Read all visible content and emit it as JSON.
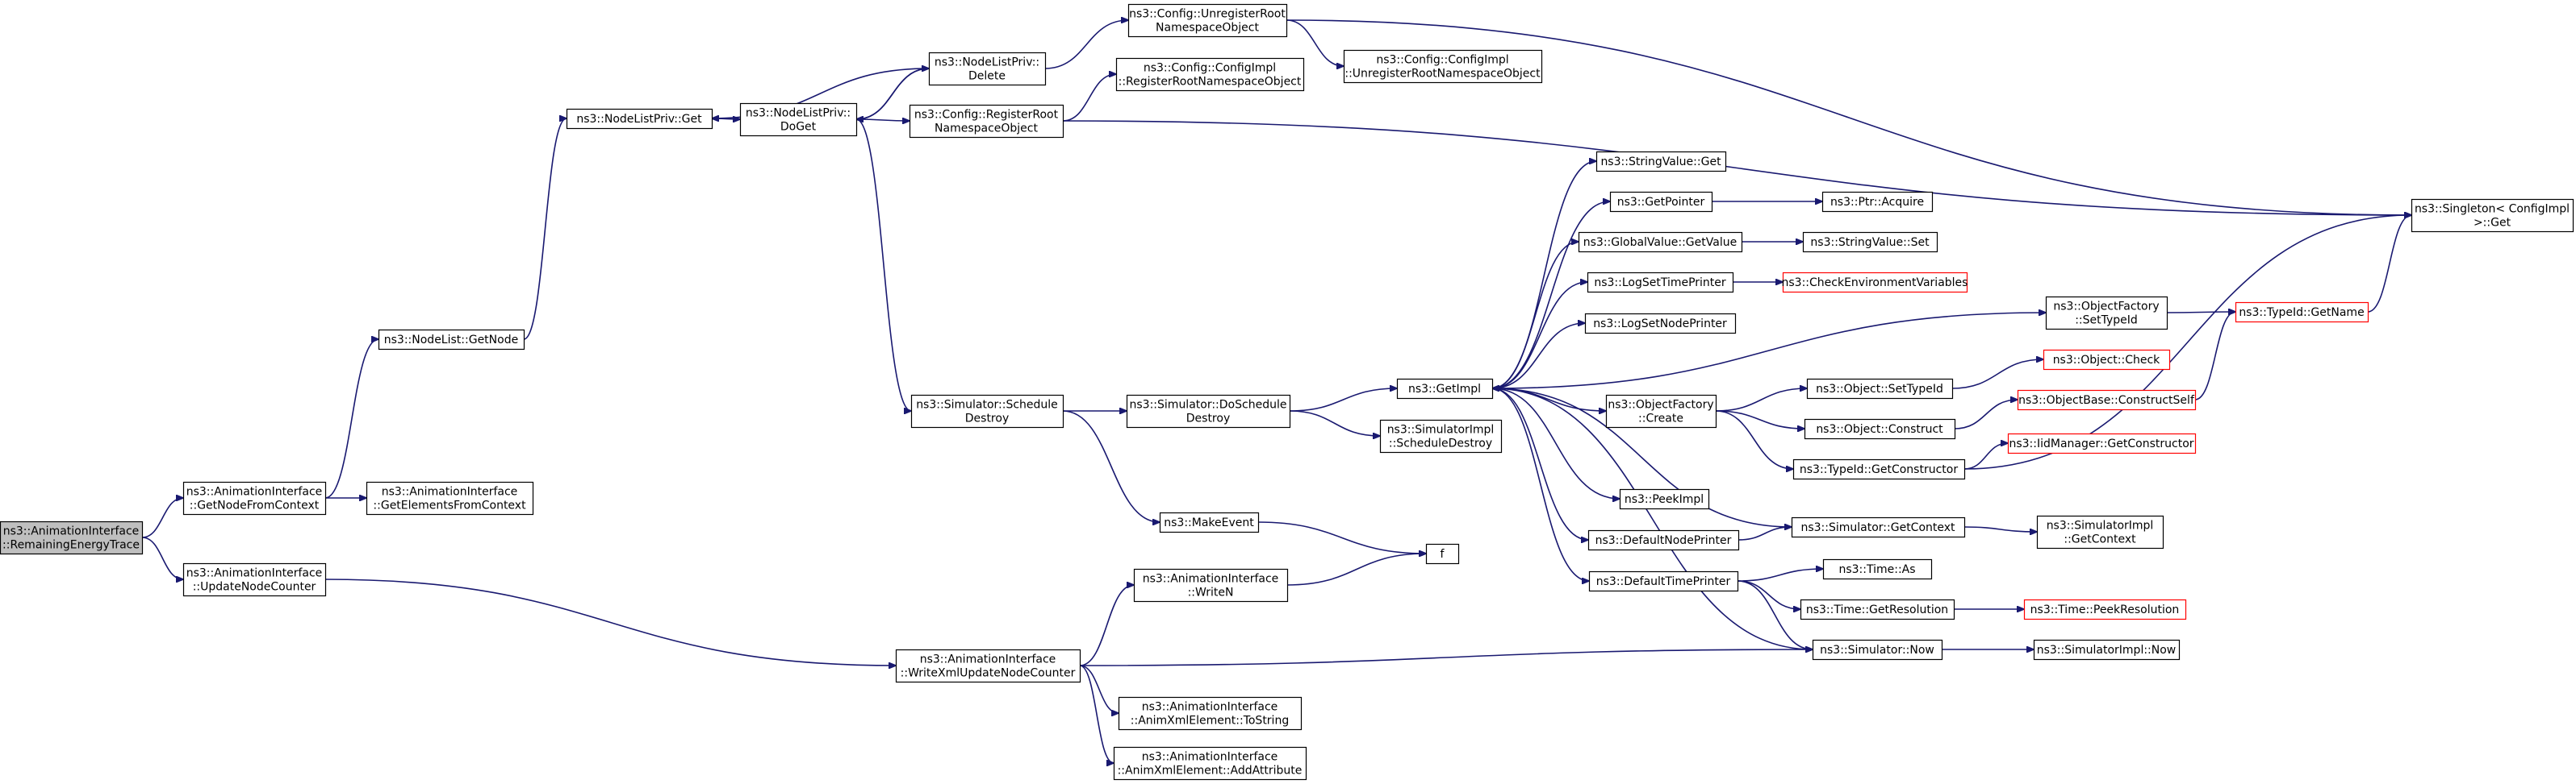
{
  "colors": {
    "edge": "#191970",
    "node_border": "#000000",
    "truncated_border": "#ff0000",
    "root_fill": "#bfbfbf",
    "node_fill": "#ffffff"
  },
  "nodes": [
    {
      "id": "root",
      "lines": [
        "ns3::AnimationInterface",
        "::RemainingEnergyTrace"
      ],
      "root": true
    },
    {
      "id": "getNodeFromContext",
      "lines": [
        "ns3::AnimationInterface",
        "::GetNodeFromContext"
      ]
    },
    {
      "id": "updateNodeCounter",
      "lines": [
        "ns3::AnimationInterface",
        "::UpdateNodeCounter"
      ]
    },
    {
      "id": "getElementsFromContext",
      "lines": [
        "ns3::AnimationInterface",
        "::GetElementsFromContext"
      ]
    },
    {
      "id": "nodeListGetNode",
      "lines": [
        "ns3::NodeList::GetNode"
      ]
    },
    {
      "id": "nodeListPrivGet",
      "lines": [
        "ns3::NodeListPriv::Get"
      ]
    },
    {
      "id": "nodeListPrivDoGet",
      "lines": [
        "ns3::NodeListPriv::",
        "DoGet"
      ]
    },
    {
      "id": "nodeListPrivDelete",
      "lines": [
        "ns3::NodeListPriv::",
        "Delete"
      ]
    },
    {
      "id": "configUnregister",
      "lines": [
        "ns3::Config::UnregisterRoot",
        "NamespaceObject"
      ]
    },
    {
      "id": "configImplRegister",
      "lines": [
        "ns3::Config::ConfigImpl",
        "::RegisterRootNamespaceObject"
      ]
    },
    {
      "id": "configRegister",
      "lines": [
        "ns3::Config::RegisterRoot",
        "NamespaceObject"
      ]
    },
    {
      "id": "configImplUnregister",
      "lines": [
        "ns3::Config::ConfigImpl",
        "::UnregisterRootNamespaceObject"
      ]
    },
    {
      "id": "singleton",
      "lines": [
        "ns3::Singleton< ConfigImpl",
        " >::Get"
      ]
    },
    {
      "id": "simSchedule",
      "lines": [
        "ns3::Simulator::Schedule",
        "Destroy"
      ]
    },
    {
      "id": "simDoSchedule",
      "lines": [
        "ns3::Simulator::DoSchedule",
        "Destroy"
      ]
    },
    {
      "id": "makeEvent",
      "lines": [
        "ns3::MakeEvent"
      ]
    },
    {
      "id": "writeN",
      "lines": [
        "ns3::AnimationInterface",
        "::WriteN"
      ]
    },
    {
      "id": "f",
      "lines": [
        "f"
      ]
    },
    {
      "id": "writeXml",
      "lines": [
        "ns3::AnimationInterface",
        "::WriteXmlUpdateNodeCounter"
      ]
    },
    {
      "id": "toString",
      "lines": [
        "ns3::AnimationInterface",
        "::AnimXmlElement::ToString"
      ]
    },
    {
      "id": "addAttribute",
      "lines": [
        "ns3::AnimationInterface",
        "::AnimXmlElement::AddAttribute"
      ]
    },
    {
      "id": "getImpl",
      "lines": [
        "ns3::GetImpl"
      ]
    },
    {
      "id": "simImplScheduleDestroy",
      "lines": [
        "ns3::SimulatorImpl",
        "::ScheduleDestroy"
      ]
    },
    {
      "id": "stringValueGet",
      "lines": [
        "ns3::StringValue::Get"
      ]
    },
    {
      "id": "getPointer",
      "lines": [
        "ns3::GetPointer"
      ]
    },
    {
      "id": "ptrAcquire",
      "lines": [
        "ns3::Ptr::Acquire"
      ]
    },
    {
      "id": "globalValueGetValue",
      "lines": [
        "ns3::GlobalValue::GetValue"
      ]
    },
    {
      "id": "stringValueSet",
      "lines": [
        "ns3::StringValue::Set"
      ]
    },
    {
      "id": "logSetTimePrinter",
      "lines": [
        "ns3::LogSetTimePrinter"
      ]
    },
    {
      "id": "checkEnv",
      "lines": [
        "ns3::CheckEnvironmentVariables"
      ],
      "truncated": true
    },
    {
      "id": "logSetNodePrinter",
      "lines": [
        "ns3::LogSetNodePrinter"
      ]
    },
    {
      "id": "objectFactorySetTypeId",
      "lines": [
        "ns3::ObjectFactory",
        "::SetTypeId"
      ]
    },
    {
      "id": "typeIdGetName",
      "lines": [
        "ns3::TypeId::GetName"
      ],
      "truncated": true
    },
    {
      "id": "objectCheck",
      "lines": [
        "ns3::Object::Check"
      ],
      "truncated": true
    },
    {
      "id": "objectFactoryCreate",
      "lines": [
        "ns3::ObjectFactory",
        "::Create"
      ]
    },
    {
      "id": "objectSetTypeId",
      "lines": [
        "ns3::Object::SetTypeId"
      ]
    },
    {
      "id": "objectBaseConstructSelf",
      "lines": [
        "ns3::ObjectBase::ConstructSelf"
      ],
      "truncated": true
    },
    {
      "id": "objectConstruct",
      "lines": [
        "ns3::Object::Construct"
      ]
    },
    {
      "id": "iidManagerGetConstructor",
      "lines": [
        "ns3::IidManager::GetConstructor"
      ],
      "truncated": true
    },
    {
      "id": "typeIdGetConstructor",
      "lines": [
        "ns3::TypeId::GetConstructor"
      ]
    },
    {
      "id": "peekImpl",
      "lines": [
        "ns3::PeekImpl"
      ]
    },
    {
      "id": "defaultNodePrinter",
      "lines": [
        "ns3::DefaultNodePrinter"
      ]
    },
    {
      "id": "simGetContext",
      "lines": [
        "ns3::Simulator::GetContext"
      ]
    },
    {
      "id": "simImplGetContext",
      "lines": [
        "ns3::SimulatorImpl",
        "::GetContext"
      ]
    },
    {
      "id": "defaultTimePrinter",
      "lines": [
        "ns3::DefaultTimePrinter"
      ]
    },
    {
      "id": "timeAs",
      "lines": [
        "ns3::Time::As"
      ]
    },
    {
      "id": "timeGetResolution",
      "lines": [
        "ns3::Time::GetResolution"
      ]
    },
    {
      "id": "timePeekResolution",
      "lines": [
        "ns3::Time::PeekResolution"
      ],
      "truncated": true
    },
    {
      "id": "simNow",
      "lines": [
        "ns3::Simulator::Now"
      ]
    },
    {
      "id": "simImplNow",
      "lines": [
        "ns3::SimulatorImpl::Now"
      ]
    }
  ],
  "edges": [
    [
      "root",
      "getNodeFromContext"
    ],
    [
      "root",
      "updateNodeCounter"
    ],
    [
      "getNodeFromContext",
      "getElementsFromContext"
    ],
    [
      "getNodeFromContext",
      "nodeListGetNode"
    ],
    [
      "nodeListGetNode",
      "nodeListPrivGet"
    ],
    [
      "nodeListPrivGet",
      "nodeListPrivDoGet"
    ],
    [
      "nodeListPrivDoGet",
      "nodeListPrivDelete"
    ],
    [
      "nodeListPrivDoGet",
      "configRegister"
    ],
    [
      "nodeListPrivDoGet",
      "simSchedule"
    ],
    [
      "nodeListPrivDelete",
      "nodeListPrivGet"
    ],
    [
      "nodeListPrivDelete",
      "nodeListPrivDoGet"
    ],
    [
      "nodeListPrivDelete",
      "configUnregister"
    ],
    [
      "configUnregister",
      "configImplUnregister"
    ],
    [
      "configUnregister",
      "singleton"
    ],
    [
      "configRegister",
      "configImplRegister"
    ],
    [
      "configRegister",
      "singleton"
    ],
    [
      "simSchedule",
      "simDoSchedule"
    ],
    [
      "simSchedule",
      "makeEvent"
    ],
    [
      "simDoSchedule",
      "getImpl"
    ],
    [
      "simDoSchedule",
      "simImplScheduleDestroy"
    ],
    [
      "makeEvent",
      "f"
    ],
    [
      "updateNodeCounter",
      "writeXml"
    ],
    [
      "writeXml",
      "writeN"
    ],
    [
      "writeXml",
      "toString"
    ],
    [
      "writeXml",
      "addAttribute"
    ],
    [
      "writeXml",
      "simNow"
    ],
    [
      "writeN",
      "f"
    ],
    [
      "getImpl",
      "stringValueGet"
    ],
    [
      "getImpl",
      "getPointer"
    ],
    [
      "getImpl",
      "globalValueGetValue"
    ],
    [
      "getImpl",
      "logSetTimePrinter"
    ],
    [
      "getImpl",
      "logSetNodePrinter"
    ],
    [
      "getImpl",
      "objectFactorySetTypeId"
    ],
    [
      "getImpl",
      "objectFactoryCreate"
    ],
    [
      "getImpl",
      "peekImpl"
    ],
    [
      "getImpl",
      "defaultNodePrinter"
    ],
    [
      "getImpl",
      "defaultTimePrinter"
    ],
    [
      "getPointer",
      "ptrAcquire"
    ],
    [
      "globalValueGetValue",
      "stringValueSet"
    ],
    [
      "logSetTimePrinter",
      "checkEnv"
    ],
    [
      "objectFactorySetTypeId",
      "typeIdGetName"
    ],
    [
      "typeIdGetName",
      "singleton"
    ],
    [
      "objectFactoryCreate",
      "objectSetTypeId"
    ],
    [
      "objectFactoryCreate",
      "objectConstruct"
    ],
    [
      "objectFactoryCreate",
      "typeIdGetConstructor"
    ],
    [
      "objectSetTypeId",
      "objectCheck"
    ],
    [
      "objectConstruct",
      "objectBaseConstructSelf"
    ],
    [
      "objectBaseConstructSelf",
      "typeIdGetName"
    ],
    [
      "typeIdGetConstructor",
      "iidManagerGetConstructor"
    ],
    [
      "typeIdGetConstructor",
      "singleton"
    ],
    [
      "defaultNodePrinter",
      "simGetContext"
    ],
    [
      "simGetContext",
      "getImpl"
    ],
    [
      "simGetContext",
      "simImplGetContext"
    ],
    [
      "defaultTimePrinter",
      "timeAs"
    ],
    [
      "defaultTimePrinter",
      "timeGetResolution"
    ],
    [
      "defaultTimePrinter",
      "simNow"
    ],
    [
      "timeGetResolution",
      "timePeekResolution"
    ],
    [
      "simNow",
      "getImpl"
    ],
    [
      "simNow",
      "simImplNow"
    ]
  ]
}
